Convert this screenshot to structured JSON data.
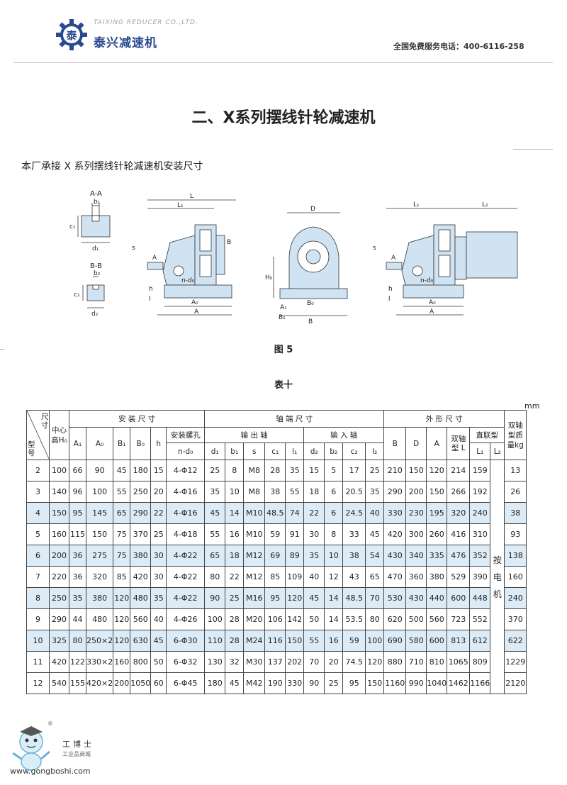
{
  "header": {
    "brand_en": "TAIXING REDUCER CO.,LTD.",
    "brand_cn": "泰兴减速机",
    "logo_char": "泰",
    "hotline": "全国免费服务电话：400-6116-258"
  },
  "title": "二、X系列摆线针轮减速机",
  "subtitle": "本厂承接 X 系列摆线针轮减速机安装尺寸",
  "figure": {
    "caption": "图 5",
    "labels": {
      "section_aa": "A-A",
      "section_bb": "B-B",
      "b1": "b₁",
      "c1": "c₁",
      "d1": "d₁",
      "b2": "b₂",
      "c2": "c₂",
      "d2": "d₂",
      "L": "L",
      "L1": "L₁",
      "L2": "L₂",
      "s": "s",
      "A": "A",
      "A0": "A₀",
      "B": "B",
      "B0": "B₀",
      "h": "h",
      "l": "l",
      "nd0": "n-d₀",
      "D": "D",
      "H0": "H₀",
      "A1": "A₁",
      "B1": "B₁"
    }
  },
  "table": {
    "caption": "表十",
    "unit": "mm",
    "headers": {
      "size": "尺寸",
      "model": "型号",
      "center_height": "中心高H₀",
      "install": "安 装 尺 寸",
      "shaft_end": "轴 端 尺 寸",
      "outline": "外 形 尺 寸",
      "mass": "双轴型质量kg",
      "output_shaft": "输 出 轴",
      "input_shaft": "输 入 轴",
      "bolt_hole": "安装螺孔",
      "dual_shaft": "双轴型 L",
      "direct": "直联型",
      "A1": "A₁",
      "A0": "A₀",
      "B1": "B₁",
      "B0": "B₀",
      "h": "h",
      "nd0": "n-d₀",
      "d1": "d₁",
      "b1": "b₁",
      "s": "s",
      "c1": "c₁",
      "l1": "l₁",
      "d2": "d₂",
      "b2": "b₂",
      "c2": "c₂",
      "l2": "l₂",
      "B": "B",
      "D": "D",
      "A": "A",
      "L1": "L₁",
      "L2": "L₂"
    },
    "motor_note": "按电机",
    "rows": [
      [
        "2",
        "100",
        "66",
        "90",
        "45",
        "180",
        "15",
        "4-Φ12",
        "25",
        "8",
        "M8",
        "28",
        "35",
        "15",
        "5",
        "17",
        "25",
        "210",
        "150",
        "120",
        "214",
        "159",
        "13"
      ],
      [
        "3",
        "140",
        "96",
        "100",
        "55",
        "250",
        "20",
        "4-Φ16",
        "35",
        "10",
        "M8",
        "38",
        "55",
        "18",
        "6",
        "20.5",
        "35",
        "290",
        "200",
        "150",
        "266",
        "192",
        "26"
      ],
      [
        "4",
        "150",
        "95",
        "145",
        "65",
        "290",
        "22",
        "4-Φ16",
        "45",
        "14",
        "M10",
        "48.5",
        "74",
        "22",
        "6",
        "24.5",
        "40",
        "330",
        "230",
        "195",
        "320",
        "240",
        "38"
      ],
      [
        "5",
        "160",
        "115",
        "150",
        "75",
        "370",
        "25",
        "4-Φ18",
        "55",
        "16",
        "M10",
        "59",
        "91",
        "30",
        "8",
        "33",
        "45",
        "420",
        "300",
        "260",
        "416",
        "310",
        "93"
      ],
      [
        "6",
        "200",
        "36",
        "275",
        "75",
        "380",
        "30",
        "4-Φ22",
        "65",
        "18",
        "M12",
        "69",
        "89",
        "35",
        "10",
        "38",
        "54",
        "430",
        "340",
        "335",
        "476",
        "352",
        "138"
      ],
      [
        "7",
        "220",
        "36",
        "320",
        "85",
        "420",
        "30",
        "4-Φ22",
        "80",
        "22",
        "M12",
        "85",
        "109",
        "40",
        "12",
        "43",
        "65",
        "470",
        "360",
        "380",
        "529",
        "390",
        "160"
      ],
      [
        "8",
        "250",
        "35",
        "380",
        "120",
        "480",
        "35",
        "4-Φ22",
        "90",
        "25",
        "M16",
        "95",
        "120",
        "45",
        "14",
        "48.5",
        "70",
        "530",
        "430",
        "440",
        "600",
        "448",
        "240"
      ],
      [
        "9",
        "290",
        "44",
        "480",
        "120",
        "560",
        "40",
        "4-Φ26",
        "100",
        "28",
        "M20",
        "106",
        "142",
        "50",
        "14",
        "53.5",
        "80",
        "620",
        "500",
        "560",
        "723",
        "552",
        "370"
      ],
      [
        "10",
        "325",
        "80",
        "250×2",
        "120",
        "630",
        "45",
        "6-Φ30",
        "110",
        "28",
        "M24",
        "116",
        "150",
        "55",
        "16",
        "59",
        "100",
        "690",
        "580",
        "600",
        "813",
        "612",
        "622"
      ],
      [
        "11",
        "420",
        "122",
        "330×2",
        "160",
        "800",
        "50",
        "6-Φ32",
        "130",
        "32",
        "M30",
        "137",
        "202",
        "70",
        "20",
        "74.5",
        "120",
        "880",
        "710",
        "810",
        "1065",
        "809",
        "1229"
      ],
      [
        "12",
        "540",
        "155",
        "420×2",
        "200",
        "1050",
        "60",
        "6-Φ45",
        "180",
        "45",
        "M42",
        "190",
        "330",
        "90",
        "25",
        "95",
        "150",
        "1160",
        "990",
        "1040",
        "1462",
        "1166",
        "2120"
      ]
    ]
  },
  "footer": {
    "brand_cn": "工博士",
    "brand_sub": "工业品商城",
    "url": "www.gongboshi.com",
    "reg": "®"
  },
  "colors": {
    "brand_blue": "#2a4a8f",
    "row_tint": "#dcebf6",
    "drawing_fill": "#cfe3f3"
  }
}
